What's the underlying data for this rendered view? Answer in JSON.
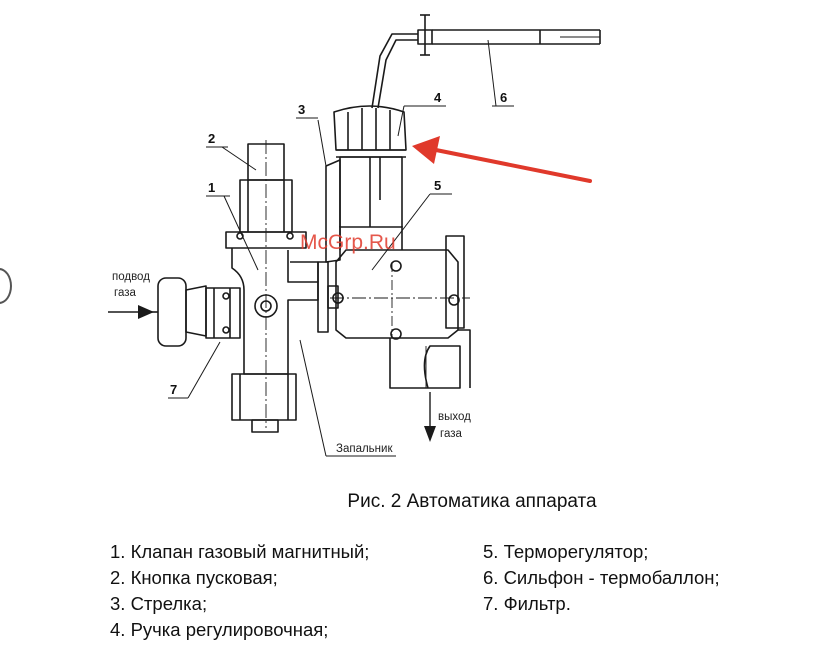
{
  "diagram": {
    "callouts": [
      "1",
      "2",
      "3",
      "4",
      "5",
      "6",
      "7"
    ],
    "gas_inlet_label": [
      "подвод",
      "газа"
    ],
    "gas_outlet_label": [
      "выход",
      "газа"
    ],
    "pilot_label": "Запальник",
    "watermark": "McGrp.Ru",
    "arrow_color": "#e0392b"
  },
  "caption": "Рис. 2  Автоматика аппарата",
  "legend_left": [
    "1. Клапан газовый магнитный;",
    "2. Кнопка пусковая;",
    "3. Стрелка;",
    "4. Ручка регулировочная;"
  ],
  "legend_right": [
    "5. Терморегулятор;",
    "6. Сильфон - термобаллон;",
    "7. Фильтр."
  ]
}
